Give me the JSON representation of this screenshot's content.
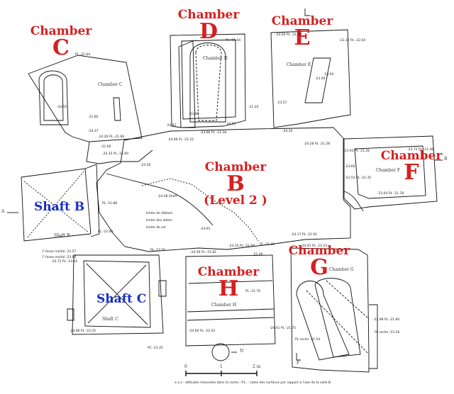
{
  "labels": {
    "chamber_word": "Chamber",
    "c_letter": "C",
    "d_letter": "D",
    "e_letter": "E",
    "f_letter": "F",
    "b_letter": "B",
    "b_level": "(Level 2 )",
    "g_letter": "G",
    "h_letter": "H",
    "shaft_b": "Shaft B",
    "shaft_c": "Shaft C"
  },
  "plan_text": {
    "chamber_c_small": "Chamber C",
    "chamber_d_small": "Chamber D",
    "chamber_e_small": "Chamber E",
    "chamber_f_small": "Chamber F",
    "chamber_g_small": "Chamber G",
    "chamber_h_small": "Chamber H",
    "shaft_b_small": "Shaft B",
    "shaft_c_small": "Shaft C",
    "section_a": "A",
    "section_b": "B",
    "section_f": "F",
    "north": "N",
    "scale_0": "0",
    "scale_1": "1",
    "scale_2": "2 m",
    "spot_levels": [
      "PL -21.64",
      "-24.55",
      "-21.80",
      "-24.37",
      "-24.26 PL -21.66",
      "-21.60",
      "-24.35 PL -21.60",
      "-23.86",
      "-21.20",
      "-24.05",
      "PL -21.44",
      "-23.94",
      "-23.93",
      "-24.10",
      "-24.48 Shaft",
      "-24.91",
      "PL -21.88",
      "PL -22.00",
      "-23.55 PL -21.35",
      "-23.60",
      "-24.28 PL -21.28",
      "-23.93 PL -21.26",
      "-23.72 PL -21.48",
      "-23.64 PL -21.78",
      "-24.35 PL -21.68",
      "PL -21.70",
      "-24.17 PL -21.61",
      "-24.01 PL -21.53",
      "-22.98 PL -21.84",
      "-24.60 PL -22.03",
      "-24.41 PL -21.75",
      "PL roche -22.54",
      "PL roche -23.26",
      "PC -23.25",
      "-24.72 PL -23.16",
      "-24.86 PL -23.35",
      "F fosse moitié -23.57",
      "F fosse moitié -23.86",
      "PL -23.50",
      "PL -21.36",
      "-23.56",
      "-23.86 PL -21.58",
      "-24.86 PL -21.22",
      "-23.20 PL -22.64",
      "-24.69 PL -21.39",
      "-24.81",
      "-23.57",
      "-21.40",
      "-24.56 PL -21.81"
    ],
    "centre_note_1": "limite de déblais",
    "centre_note_2": "limite des dalles",
    "centre_note_3": "limite de sol",
    "footer_note": "x.x.x : altitudes mesurées dans la roche ; P.L. : cotes des surfaces par rapport à l'axe de la salle B"
  },
  "colors": {
    "chamber_label": "#d61f1f",
    "shaft_label": "#1a2fc4",
    "line": "#111111"
  }
}
